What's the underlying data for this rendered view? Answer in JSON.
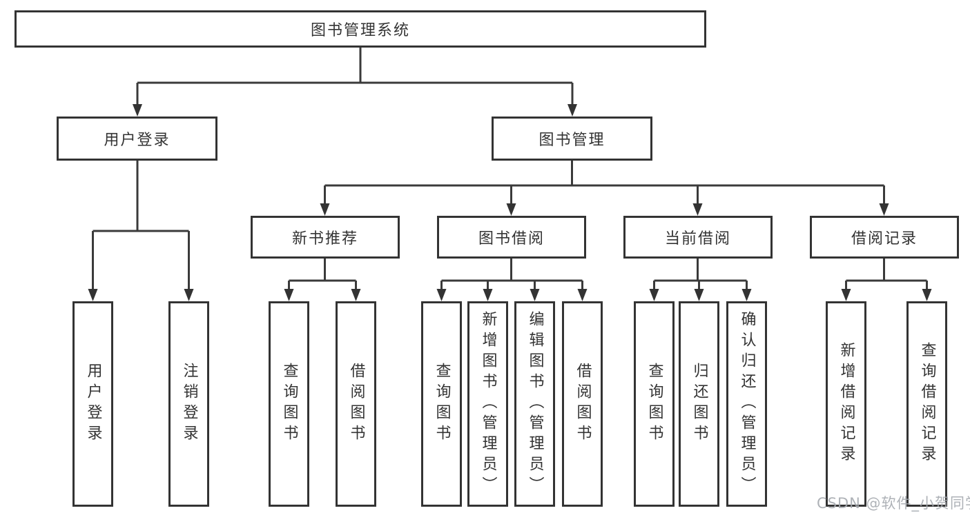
{
  "diagram": {
    "title": "图书管理系统",
    "root": {
      "label": "图书管理系统"
    },
    "level2": [
      {
        "label": "用户登录",
        "children": [
          "用户登录",
          "注销登录"
        ]
      },
      {
        "label": "图书管理",
        "children": [
          "新书推荐",
          "图书借阅",
          "当前借阅",
          "借阅记录"
        ]
      }
    ],
    "level3": [
      {
        "label": "新书推荐",
        "children": [
          "查询图书",
          "借阅图书"
        ]
      },
      {
        "label": "图书借阅",
        "children": [
          "查询图书",
          "新增图书（管理员）",
          "编辑图书（管理员）",
          "借阅图书"
        ]
      },
      {
        "label": "当前借阅",
        "children": [
          "查询图书",
          "归还图书",
          "确认归还（管理员）"
        ]
      },
      {
        "label": "借阅记录",
        "children": [
          "新增借阅记录",
          "查询借阅记录"
        ]
      }
    ]
  },
  "watermark": {
    "text": "CSDN @软件_小贺同学"
  },
  "colors": {
    "line": "#3a3a3a",
    "box_border": "#333333",
    "text": "#333333",
    "background": "#ffffff",
    "watermark": "#a5aaaf"
  }
}
